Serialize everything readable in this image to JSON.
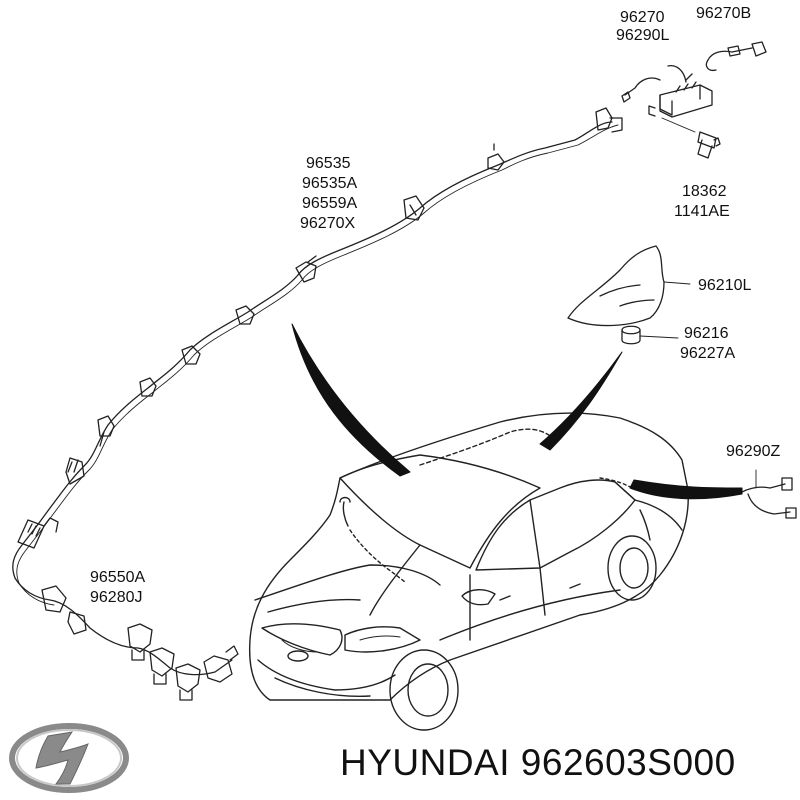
{
  "labels": {
    "top_right_a": "96270",
    "top_right_b": "96290L",
    "top_right_c": "96270B",
    "mid_a": "96535",
    "mid_b": "96535A",
    "mid_c": "96559A",
    "mid_d": "96270X",
    "bolt_a": "18362",
    "bolt_b": "1141AE",
    "fin": "96210L",
    "base_a": "96216",
    "base_b": "96227A",
    "cable_right": "96290Z",
    "lower_a": "96550A",
    "lower_b": "96280J"
  },
  "footer": {
    "brand_text": "HYUNDAI 962603S000",
    "logo_icon": "hyundai-logo-icon"
  },
  "colors": {
    "ink": "#111111",
    "logo_gray": "#8a8a8a"
  }
}
